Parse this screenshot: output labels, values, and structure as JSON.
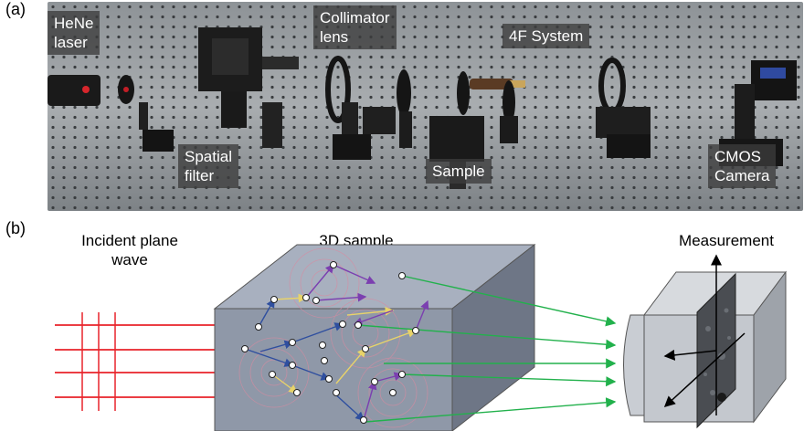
{
  "panel_a": {
    "label": "(a)",
    "tags": {
      "laser": "HeNe\nlaser",
      "collimator": "Collimator\nlens",
      "system": "4F System",
      "spatial": "Spatial\nfilter",
      "sample": "Sample",
      "camera": "CMOS\nCamera"
    }
  },
  "panel_b": {
    "label": "(b)",
    "incident": "Incident plane\nwave",
    "sample3d": "3D sample",
    "measurement": "Measurement"
  },
  "colors": {
    "incident_rays": "#e8232a",
    "out_rays": "#22b14c",
    "blue_paths": "#2f4f9f",
    "yellow_paths": "#e8d36a",
    "purple_paths": "#7b3fb0",
    "cube_front": "#8f98a8",
    "cube_top": "#a8b0bf",
    "cube_side": "#6e7686"
  }
}
